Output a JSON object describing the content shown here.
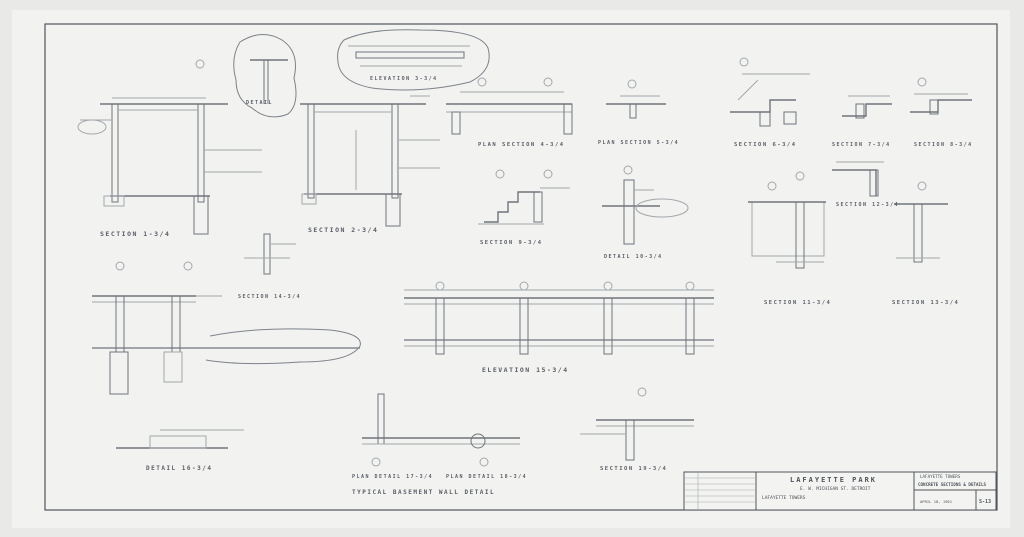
{
  "drawing": {
    "colors": {
      "paper": "#f1f1ef",
      "line": "#6f757c",
      "faint": "#a3a8ad",
      "ink": "#50565c"
    },
    "labels": {
      "section_1": "SECTION 1-3/4",
      "section_2": "SECTION 2-3/4",
      "plan_section_a": "PLAN SECTION 4-3/4",
      "plan_section_b": "PLAN SECTION 5-3/4",
      "section_6": "SECTION 6-3/4",
      "section_7": "SECTION 7-3/4",
      "section_8": "SECTION 8-3/4",
      "section_9": "SECTION 9-3/4",
      "detail_10": "DETAIL 10-3/4",
      "section_11": "SECTION 11-3/4",
      "section_12": "SECTION 12-3/4",
      "section_13": "SECTION 13-3/4",
      "section_14": "SECTION 14-3/4",
      "elevation": "ELEVATION 15-3/4",
      "detail_16": "DETAIL 16-3/4",
      "plan_detail_a": "PLAN DETAIL 17-3/4",
      "plan_detail_b": "PLAN DETAIL 18-3/4",
      "typical_wall": "TYPICAL BASEMENT WALL DETAIL",
      "section_19": "SECTION 19-3/4",
      "detail_bubble": "DETAIL",
      "elevation_bubble": "ELEVATION 3-3/4"
    }
  },
  "title_block": {
    "project": "LAFAYETTE PARK",
    "location": "E. W. MICHIGAN ST. DETROIT",
    "subtitle": "LAFAYETTE TOWERS",
    "sheet_tag": "LAFAYETTE TOWERS",
    "sheet_title": "CONCRETE SECTIONS & DETAILS",
    "drawing_no": "S-13",
    "date": "APRIL 18, 1961"
  }
}
